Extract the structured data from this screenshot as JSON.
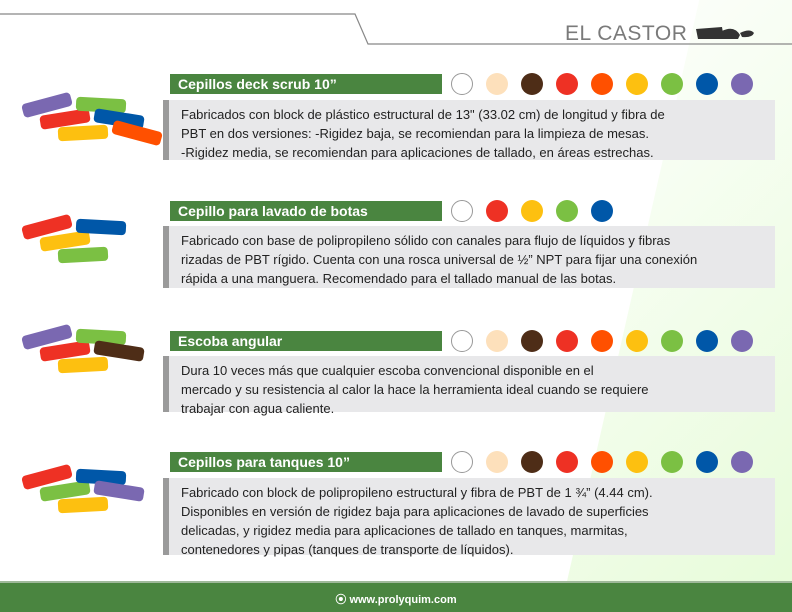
{
  "brand": "EL CASTOR",
  "colors": {
    "green": "#4a8540"
  },
  "sections": [
    {
      "title": "Cepillos deck scrub 10”",
      "swatches": [
        "#ffffff",
        "#fde0bb",
        "#4e2d17",
        "#ee3124",
        "#ff5000",
        "#fdc010",
        "#7bc043",
        "#0057a8",
        "#7a68b1"
      ],
      "lines": [
        "Fabricados con block de plástico estructural de 13\" (33.02 cm) de longitud y fibra de",
        "PBT en dos versiones: -Rigidez baja, se recomiendan para la limpieza de mesas.",
        "-Rigidez media, se recomiendan para aplicaciones de tallado, en áreas estrechas."
      ]
    },
    {
      "title": "Cepillo para lavado de botas",
      "swatches": [
        "#ffffff",
        "#ee3124",
        "#fdc010",
        "#7bc043",
        "#0057a8"
      ],
      "lines": [
        "Fabricado con base de polipropileno sólido con canales para flujo de líquidos y fibras",
        "rizadas de PBT rígido. Cuenta con una rosca universal de ½” NPT para fijar una conexión",
        " rápida a una manguera. Recomendado para el tallado manual de las botas."
      ]
    },
    {
      "title": "Escoba angular",
      "swatches": [
        "#ffffff",
        "#fde0bb",
        "#4e2d17",
        "#ee3124",
        "#ff5000",
        "#fdc010",
        "#7bc043",
        "#0057a8",
        "#7a68b1"
      ],
      "lines": [
        "Dura 10 veces más que cualquier escoba convencional disponible en el",
        "mercado y su resistencia al calor la hace la herramienta ideal cuando se requiere",
        "trabajar con agua caliente."
      ]
    },
    {
      "title": "Cepillos para tanques 10”",
      "swatches": [
        "#ffffff",
        "#fde0bb",
        "#4e2d17",
        "#ee3124",
        "#ff5000",
        "#fdc010",
        "#7bc043",
        "#0057a8",
        "#7a68b1"
      ],
      "lines": [
        "Fabricado con block de polipropileno estructural y fibra de PBT de 1 ¾” (4.44 cm).",
        "Disponibles en versión de rigidez baja para aplicaciones de lavado de superficies",
        "delicadas, y rigidez media para aplicaciones de tallado en tanques, marmitas,",
        "contenedores y pipas (tanques de transporte de líquidos)."
      ]
    }
  ],
  "footer": {
    "url": "www.prolyquim.com"
  }
}
